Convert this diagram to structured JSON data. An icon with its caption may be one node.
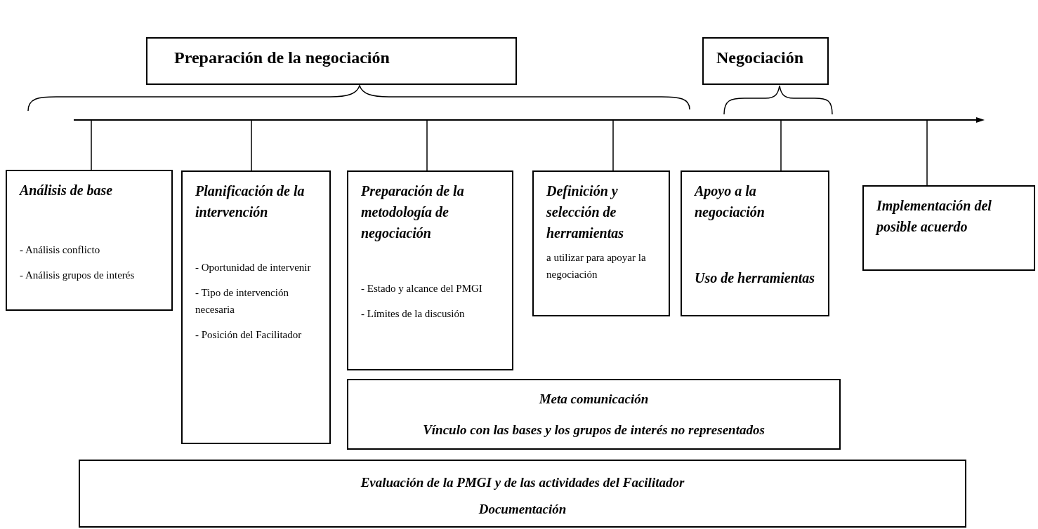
{
  "diagram": {
    "nodes": [
      {
        "text": [
          "Preparación de la negociación"
        ]
      },
      {
        "text": [
          "Negociación"
        ]
      },
      {
        "text": [],
        "shape": "arrow"
      },
      {
        "text": [
          "Análisis de base",
          "- Análisis conflicto",
          "- Análisis grupos de interés"
        ]
      },
      {
        "text": [
          "Planificación de la intervención",
          "- Oportunidad de intervenir",
          "- Tipo de intervención necesaria",
          "- Posición del Facilitador"
        ]
      },
      {
        "text": [
          "Preparación de la metodología de negociación",
          "- Estado y alcance del PMGI",
          "- Límites de la discusión"
        ]
      },
      {
        "text": [
          "Definición y selección de herramientas",
          "a utilizar para apoyar la negociación"
        ]
      },
      {
        "text": [
          "Apoyo a la negociación",
          "Uso de herramientas"
        ]
      },
      {
        "text": [
          "Implementación del posible acuerdo"
        ]
      },
      {
        "text": [
          "Meta comunicación",
          "Vínculo con las bases y los grupos de interés no representados"
        ]
      },
      {
        "text": [
          "Evaluación de la PMGI y de las actividades del Facilitador",
          "Documentación"
        ]
      }
    ],
    "edges": [
      {
        "from": 2,
        "to": 3,
        "arrow": "none"
      },
      {
        "from": 2,
        "to": 4,
        "arrow": "none"
      },
      {
        "from": 2,
        "to": 5,
        "arrow": "none"
      },
      {
        "from": 2,
        "to": 6,
        "arrow": "none"
      },
      {
        "from": 2,
        "to": 7,
        "arrow": "none"
      },
      {
        "from": 2,
        "to": 8,
        "arrow": "none"
      }
    ]
  }
}
